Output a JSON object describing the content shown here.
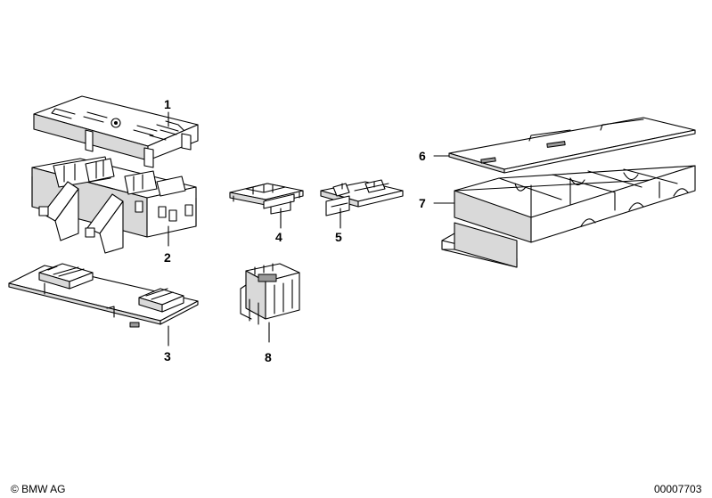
{
  "callouts": {
    "p1": "1",
    "p2": "2",
    "p3": "3",
    "p4": "4",
    "p5": "5",
    "p6": "6",
    "p7": "7",
    "p8": "8"
  },
  "footer": {
    "brand": "© BMW AG",
    "drawing_number": "00007703"
  },
  "colors": {
    "line": "#000000",
    "background": "#ffffff"
  }
}
